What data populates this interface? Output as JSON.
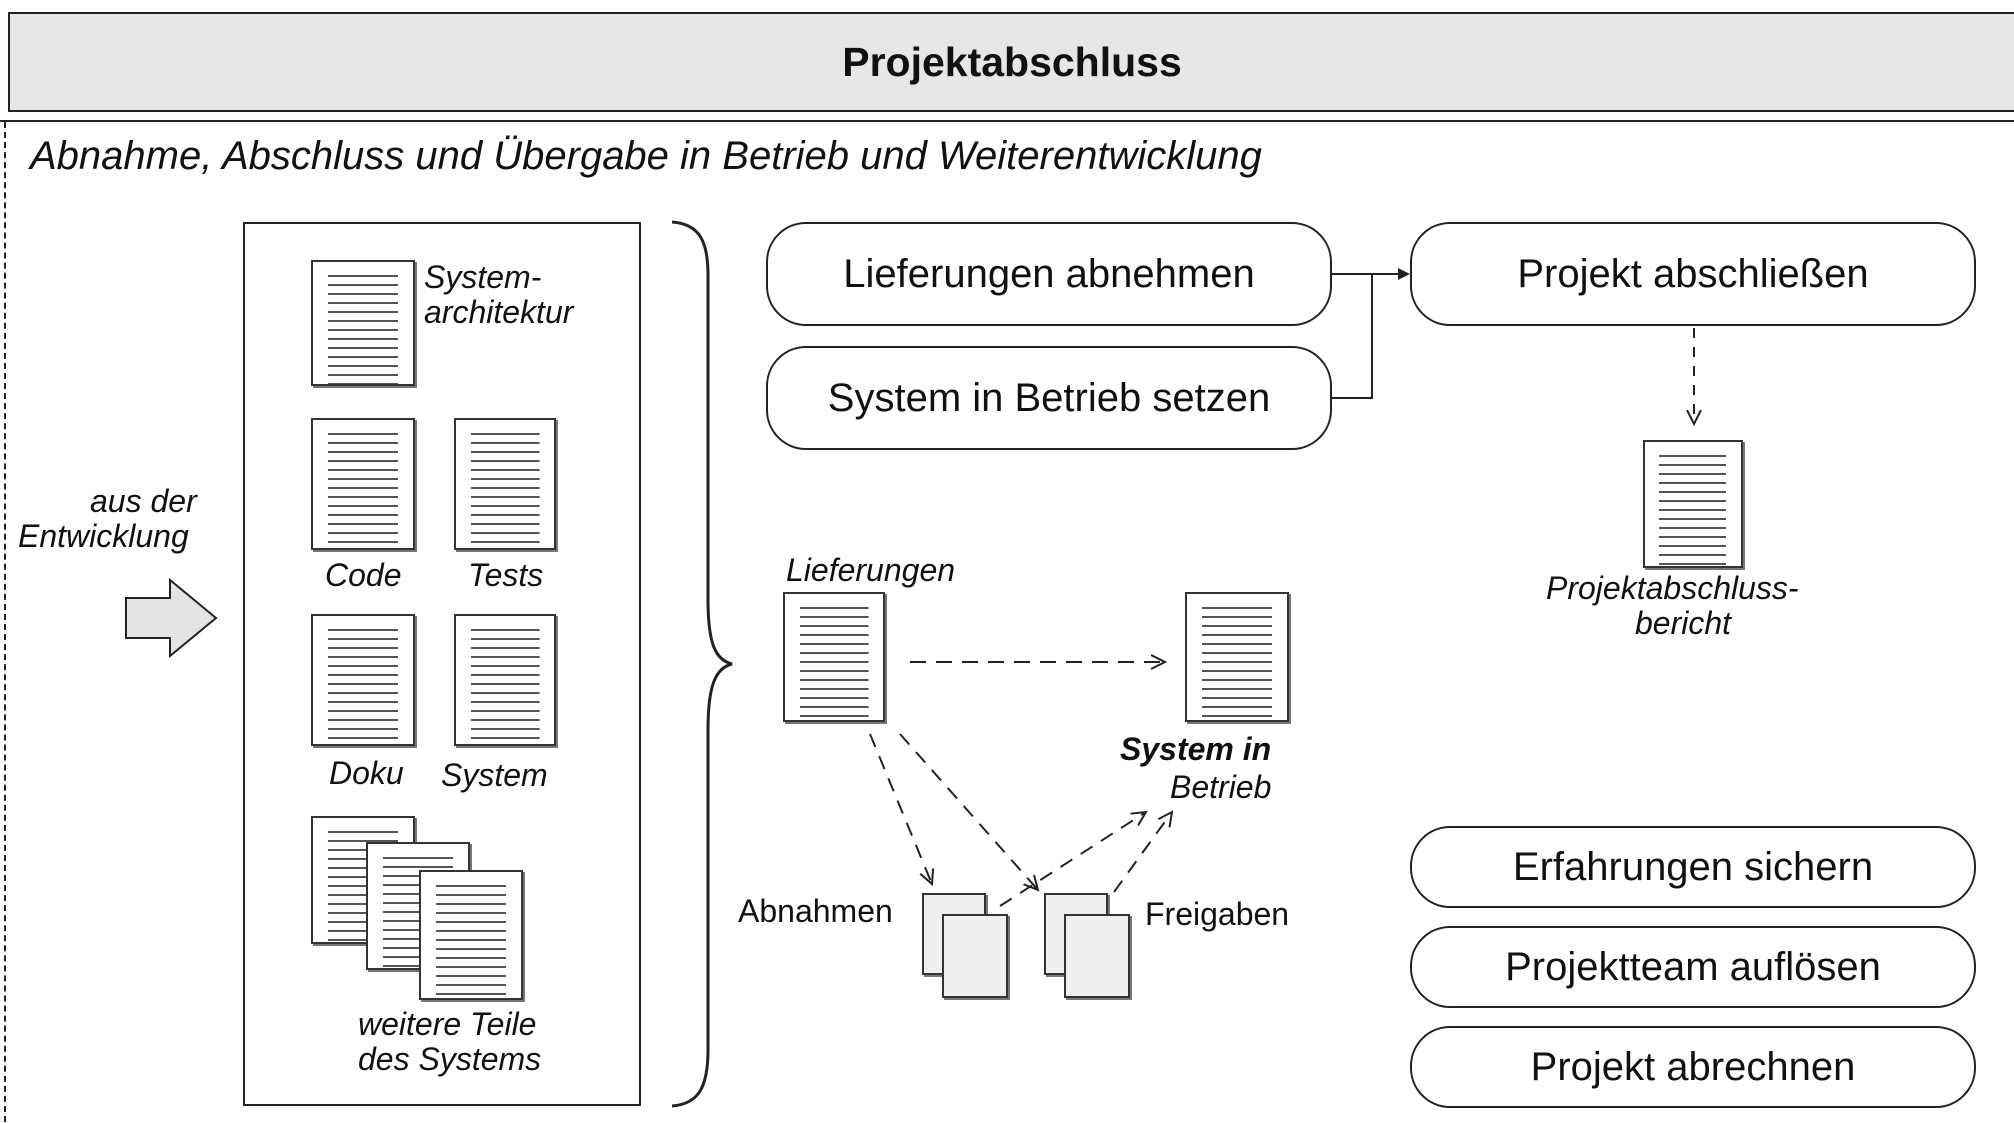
{
  "header": {
    "title": "Projektabschluss"
  },
  "subtitle": "Abnahme, Abschluss und Übergabe in Betrieb und Weiterentwicklung",
  "input": {
    "line1": "aus der",
    "line2": "Entwicklung"
  },
  "artifacts": {
    "systemarchitektur_line1": "System-",
    "systemarchitektur_line2": "architektur",
    "code": "Code",
    "tests": "Tests",
    "doku": "Doku",
    "system": "System",
    "weitere_line1": "weitere Teile",
    "weitere_line2": "des Systems"
  },
  "activities": {
    "lieferungen_abnehmen": "Lieferungen abnehmen",
    "system_in_betrieb_setzen": "System in Betrieb setzen",
    "projekt_abschliessen": "Projekt abschließen",
    "erfahrungen_sichern": "Erfahrungen sichern",
    "projektteam_aufloesen": "Projektteam auflösen",
    "projekt_abrechnen": "Projekt abrechnen"
  },
  "flow": {
    "lieferungen": "Lieferungen",
    "system_in_betrieb_line1": "System in",
    "system_in_betrieb_line2": "Betrieb",
    "abnahmen": "Abnahmen",
    "freigaben": "Freigaben"
  },
  "result": {
    "line1": "Projektabschluss-",
    "line2": "bericht"
  }
}
